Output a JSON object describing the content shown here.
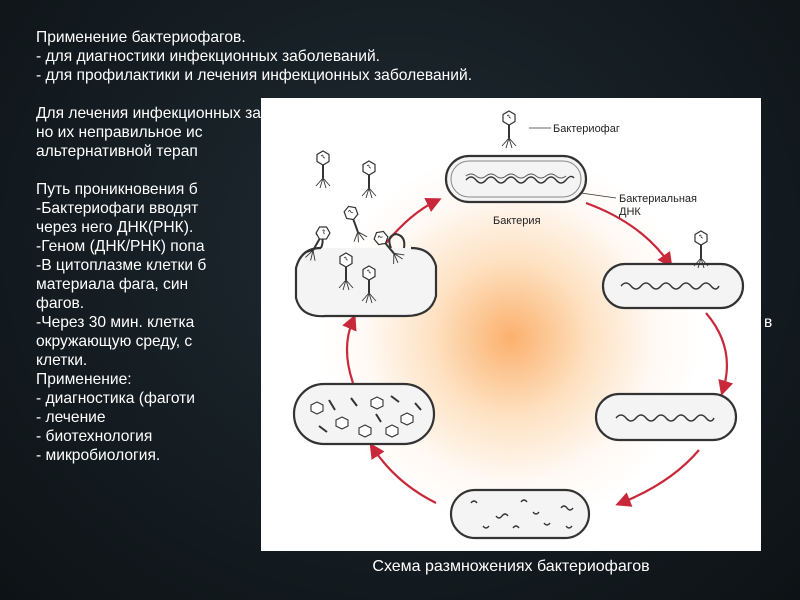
{
  "text": {
    "line1": "Применение бактериофагов.",
    "line2": "- для диагностики инфекционных заболеваний.",
    "line3": "- для профилактики и лечения инфекционных заболеваний.",
    "line4": "Для лечения инфекционных заболеваний",
    "line5": "но их неправильное ис",
    "line6": "альтернативной терап",
    "line7": "Путь проникновения б",
    "line8": "-Бактериофаги вводят",
    "line9": "через него ДНК(РНК).",
    "line10": "-Геном (ДНК/РНК) попа",
    "line11": "-В цитоплазме клетки б",
    "line12": "материала фага, син",
    "line13": "фагов.",
    "line14": "-Через 30 мин. клетка",
    "line14_tail": "в",
    "line15": "окружающую среду, с",
    "line16": "клетки.",
    "line17": "Применение:",
    "line18": "- диагностика (фаготи",
    "line19": "- лечение",
    "line20": "- биотехнология",
    "line21": "- микробиология."
  },
  "diagram": {
    "label_phage": "Бактериофаг",
    "label_dna_1": "Бактериальная",
    "label_dna_2": "ДНК",
    "label_bacterium": "Бактерия"
  },
  "caption": "Схема размножениях бактериофагов",
  "colors": {
    "arrow": "#c8283a",
    "cell_outline": "#333333",
    "cell_fill": "#f4f4f4"
  }
}
